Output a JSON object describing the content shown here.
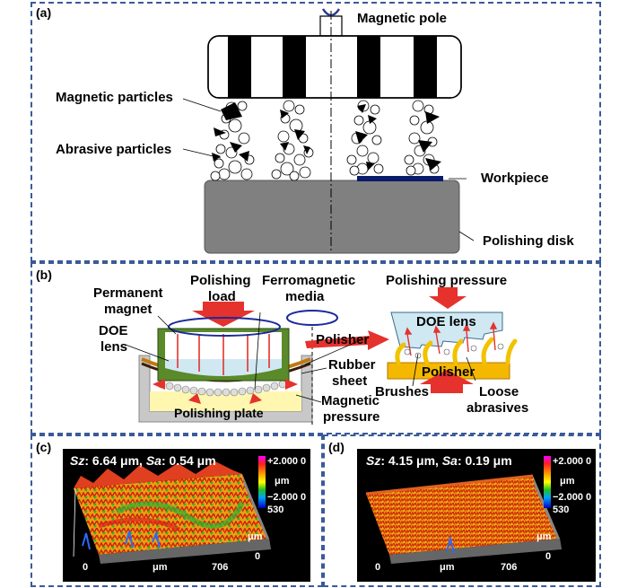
{
  "panel_a": {
    "tag": "(a)",
    "magnetic_pole": "Magnetic pole",
    "magnetic_particles": "Magnetic particles",
    "abrasive_particles": "Abrasive particles",
    "workpiece": "Workpiece",
    "polishing_disk": "Polishing disk"
  },
  "panel_b": {
    "tag": "(b)",
    "polishing_load_1": "Polishing",
    "polishing_load_2": "load",
    "ferromagnetic_1": "Ferromagnetic",
    "ferromagnetic_2": "media",
    "permanent_magnet_1": "Permanent",
    "permanent_magnet_2": "magnet",
    "doe_lens_1": "DOE",
    "doe_lens_2": "lens",
    "polisher": "Polisher",
    "rubber_sheet_1": "Rubber",
    "rubber_sheet_2": "sheet",
    "magnetic_pressure_1": "Magnetic",
    "magnetic_pressure_2": "pressure",
    "polishing_plate": "Polishing plate",
    "polishing_pressure": "Polishing pressure",
    "doe_lens_right": "DOE lens",
    "polisher_right": "Polisher",
    "brushes": "Brushes",
    "loose_abrasives_1": "Loose",
    "loose_abrasives_2": "abrasives"
  },
  "panel_c": {
    "tag": "(c)",
    "sz_label": "Sz",
    "sz_value": ": 6.64 μm, ",
    "sa_label": "Sa",
    "sa_value": ": 0.54 μm",
    "scale_top": "+2.000 0",
    "scale_unit": "μm",
    "scale_bottom": "−2.000 0",
    "y_max": "530",
    "y_unit": "μm",
    "y_min": "0",
    "x_min": "0",
    "x_unit": "μm",
    "x_max": "706"
  },
  "panel_d": {
    "tag": "(d)",
    "sz_label": "Sz",
    "sz_value": ": 4.15 μm, ",
    "sa_label": "Sa",
    "sa_value": ": 0.19 μm",
    "scale_top": "+2.000 0",
    "scale_unit": "μm",
    "scale_bottom": "−2.000 0",
    "y_max": "530",
    "y_unit": "μm",
    "y_min": "0",
    "x_min": "0",
    "x_unit": "μm",
    "x_max": "706"
  },
  "colors": {
    "frame": "#3a5a9a",
    "disk": "#808080",
    "workpiece": "#0a1a6a",
    "arrow_red": "#e5322d",
    "polisher_yellow": "#f5b800",
    "lens_blue": "#cfe8f2",
    "magnet_green": "#5a8a2a",
    "plate_yellow": "#fff7b0"
  }
}
